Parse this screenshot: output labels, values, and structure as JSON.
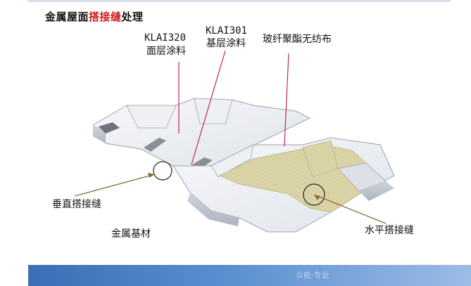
{
  "title": {
    "prefix": "金属屋面",
    "highlight": "搭接缝",
    "suffix": "处理"
  },
  "labels": {
    "topcoat_code": "KLAI320",
    "topcoat_name": "面层涂料",
    "basecoat_code": "KLAI301",
    "basecoat_name": "基层涂料",
    "fabric": "玻纤聚酯无纺布",
    "vertical_seam": "垂直搭接缝",
    "metal_base": "金属基材",
    "horizontal_seam": "水平搭接缝"
  },
  "colors": {
    "title_highlight": "#d11a1a",
    "leader_line": "#c0144a",
    "fabric": "#d9d3a8",
    "metal": "#e6e9ee",
    "band": "#3a6fb5"
  },
  "watermark": "众能·专业"
}
